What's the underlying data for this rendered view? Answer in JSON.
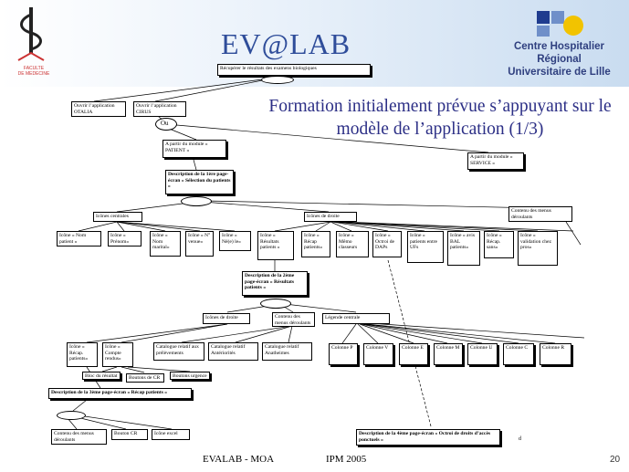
{
  "header": {
    "title": "EV@LAB",
    "institution": "Centre Hospitalier Régional\nUniversitaire de Lille",
    "logo_left_text": "FACULTE DE MEDECINE"
  },
  "slide_title": "Formation initialement prévue s’appuyant sur le modèle de l’application (1/3)",
  "diagram": {
    "root": "Récupérer le résultats des examens biologiques",
    "app_otalia": "Ouvrir l’application OTALIA",
    "app_cirus": "Ouvrir l’application CIRUS",
    "or_label": "Ou",
    "module_patient": "A partir du module « PATIENT »",
    "module_service": "A partir du module « SERVICE »",
    "page1": "Description de la 1ère page-écran « Sélection du patients »",
    "icones_centrales": "Icônes centrales",
    "icones_droite_1": "Icônes de droite",
    "contenu_menus_1": "Contenu des menus déroulants",
    "central_icons": [
      "Icône « Nom patient »",
      "Icône « Prénom»",
      "Icône « Nom marital»",
      "Icône « N° venue»",
      "Icône « Né(e) le»"
    ],
    "right_icons": [
      "Icône « Résultats patients »",
      "Icône « Récap patients»",
      "Icône « Mêmo classeurs",
      "Icône « Octroi de DAPs",
      "Icône « patients entre UFs",
      "Icône « avis BAL patients»",
      "Icône « Récap. sans»",
      "Icône « validation chez pros»"
    ],
    "page2": "Description de la 2ème page-écran « Résultats patients »",
    "icones_droite_2": "Icônes de droite",
    "contenu_menus_2": "Contenu des menus déroulants",
    "legende": "Légende centrale",
    "right_icons_2": [
      "Icône « Récap. patients»",
      "Icône « Compte rendus»"
    ],
    "sub_items": [
      "Bloc du résultat",
      "Boutons de CR",
      "Boutons urgence"
    ],
    "catalogues": [
      "Catalogue relatif aux prélèvements",
      "Catalogue relatif Antériorités",
      "Catalogue relatif Anatheimes"
    ],
    "colonnes": [
      "Colonne P",
      "Colonne V",
      "Colonne E",
      "Colonne M",
      "Colonne U",
      "Colonne C",
      "Colonne R"
    ],
    "page3": "Description de la 3ème page-écran « Récap patients »",
    "bottom_items": [
      "Contenu des menus déroulants",
      "Bouton CR",
      "Icône excel"
    ],
    "page4": "Description de la 4ème page-écran « Octroi de droits d’accès ponctuels »",
    "stray_mark": "d"
  },
  "footer": {
    "left": "EVALAB - MOA",
    "center": "IPM 2005",
    "page_number": "20"
  },
  "colors": {
    "title_blue": "#2c2f86",
    "logo_blue": "#2f4d9a",
    "header_gradient_end": "#c9dcf0"
  }
}
